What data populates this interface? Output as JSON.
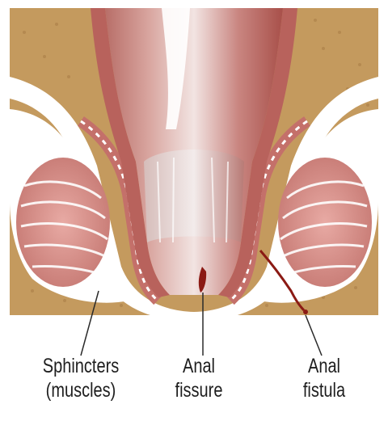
{
  "labels": {
    "sphincters": {
      "line1": "Sphincters",
      "line2": "(muscles)"
    },
    "fissure": {
      "line1": "Anal",
      "line2": "fissure"
    },
    "fistula": {
      "line1": "Anal",
      "line2": "fistula"
    }
  },
  "colors": {
    "fat": "#c49a5e",
    "muscle": "#cf8a84",
    "canal": "#c98f8a",
    "lesion": "#8b1a14",
    "fascia": "#ffffff",
    "leader": "#2a2a2a"
  }
}
